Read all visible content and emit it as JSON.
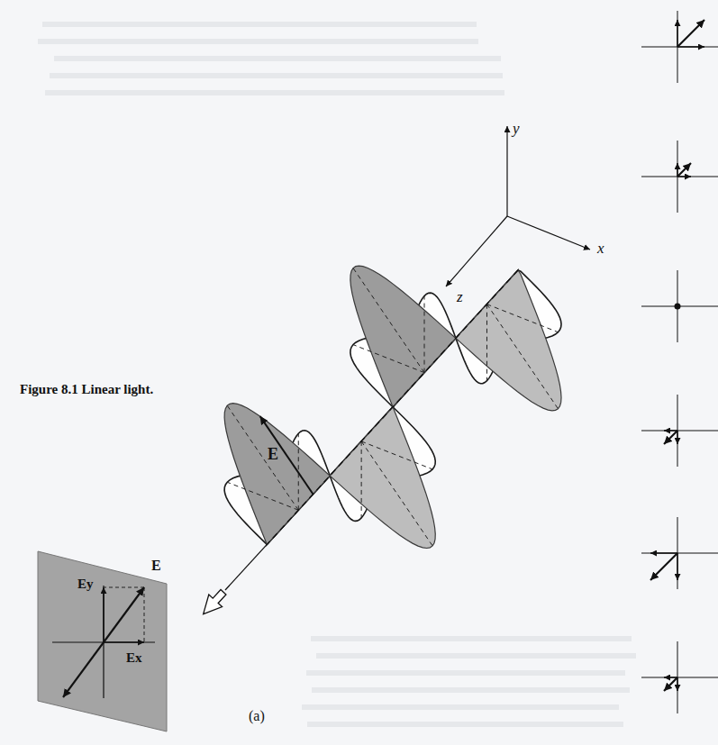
{
  "diagram": {
    "caption": "Figure 8.1 Linear light.",
    "labels": [
      "y",
      "x",
      "z",
      "E",
      "Ey",
      "E",
      "Ex",
      "(a)"
    ]
  }
}
